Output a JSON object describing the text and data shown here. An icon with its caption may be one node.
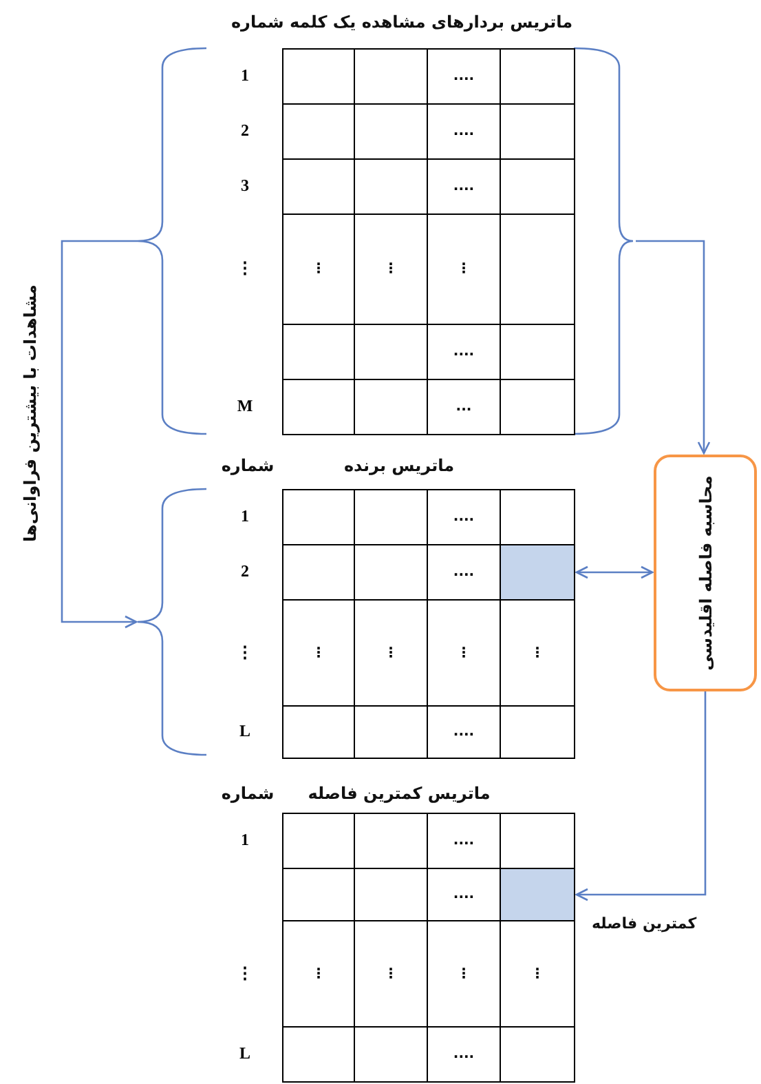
{
  "diagram": {
    "nodes": [
      {
        "text": [
          "ماتریس بردارهای مشاهده یک کلمه شماره"
        ]
      },
      {
        "text": [
          "ماتریس برنده",
          "شماره"
        ]
      },
      {
        "text": [],
        "shape": "box",
        "in": 1
      },
      {
        "text": [
          "محاسبه فاصله اقلیدسی"
        ]
      },
      {
        "text": [
          "ماتریس کمترین فاصله",
          "شماره"
        ]
      },
      {
        "text": [],
        "shape": "box",
        "in": 4
      }
    ],
    "edges": [
      {
        "from": 0,
        "to": 3,
        "arrow": "to"
      },
      {
        "from": 2,
        "to": 3,
        "arrow": "both"
      },
      {
        "from": 3,
        "to": 5,
        "arrow": "to",
        "label": "کمترین فاصله"
      },
      {
        "from": 0,
        "to": 1,
        "arrow": "to",
        "label": "مشاهدات با بیشترین فراوانی‌ها"
      }
    ],
    "labels": [
      "1",
      "....",
      "2",
      "....",
      "3",
      "....",
      "⋮",
      "⋮",
      "⋮",
      "⋮",
      "....",
      "M",
      "...",
      "1",
      "....",
      "2",
      "....",
      "⋮",
      "⋮",
      "⋮",
      "⋮",
      "⋮",
      "L",
      "....",
      "1",
      "....",
      "....",
      "⋮",
      "⋮",
      "⋮",
      "⋮",
      "⋮",
      "L",
      "...."
    ]
  }
}
